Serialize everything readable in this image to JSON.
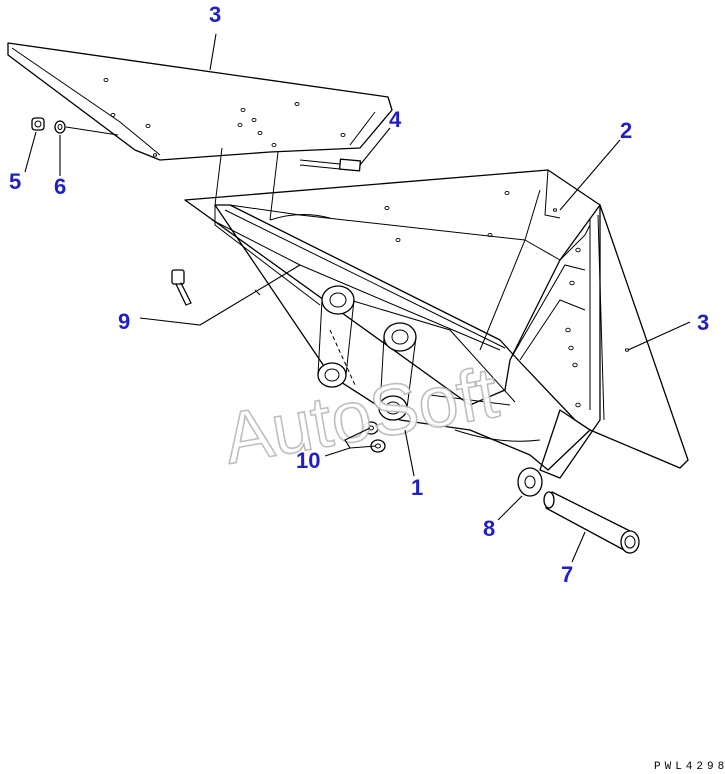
{
  "diagram": {
    "callouts": [
      {
        "id": "c-3-top",
        "label": "3"
      },
      {
        "id": "c-4",
        "label": "4"
      },
      {
        "id": "c-5",
        "label": "5"
      },
      {
        "id": "c-6",
        "label": "6"
      },
      {
        "id": "c-2",
        "label": "2"
      },
      {
        "id": "c-3-right",
        "label": "3"
      },
      {
        "id": "c-9",
        "label": "9"
      },
      {
        "id": "c-10",
        "label": "10"
      },
      {
        "id": "c-1",
        "label": "1"
      },
      {
        "id": "c-8",
        "label": "8"
      },
      {
        "id": "c-7",
        "label": "7"
      }
    ],
    "watermark": "AutoSoft",
    "drawing_code": "PWL4298"
  },
  "colors": {
    "callout": "#1f1fc4",
    "line": "#000000",
    "watermark_stroke": "#b8b8b8"
  }
}
